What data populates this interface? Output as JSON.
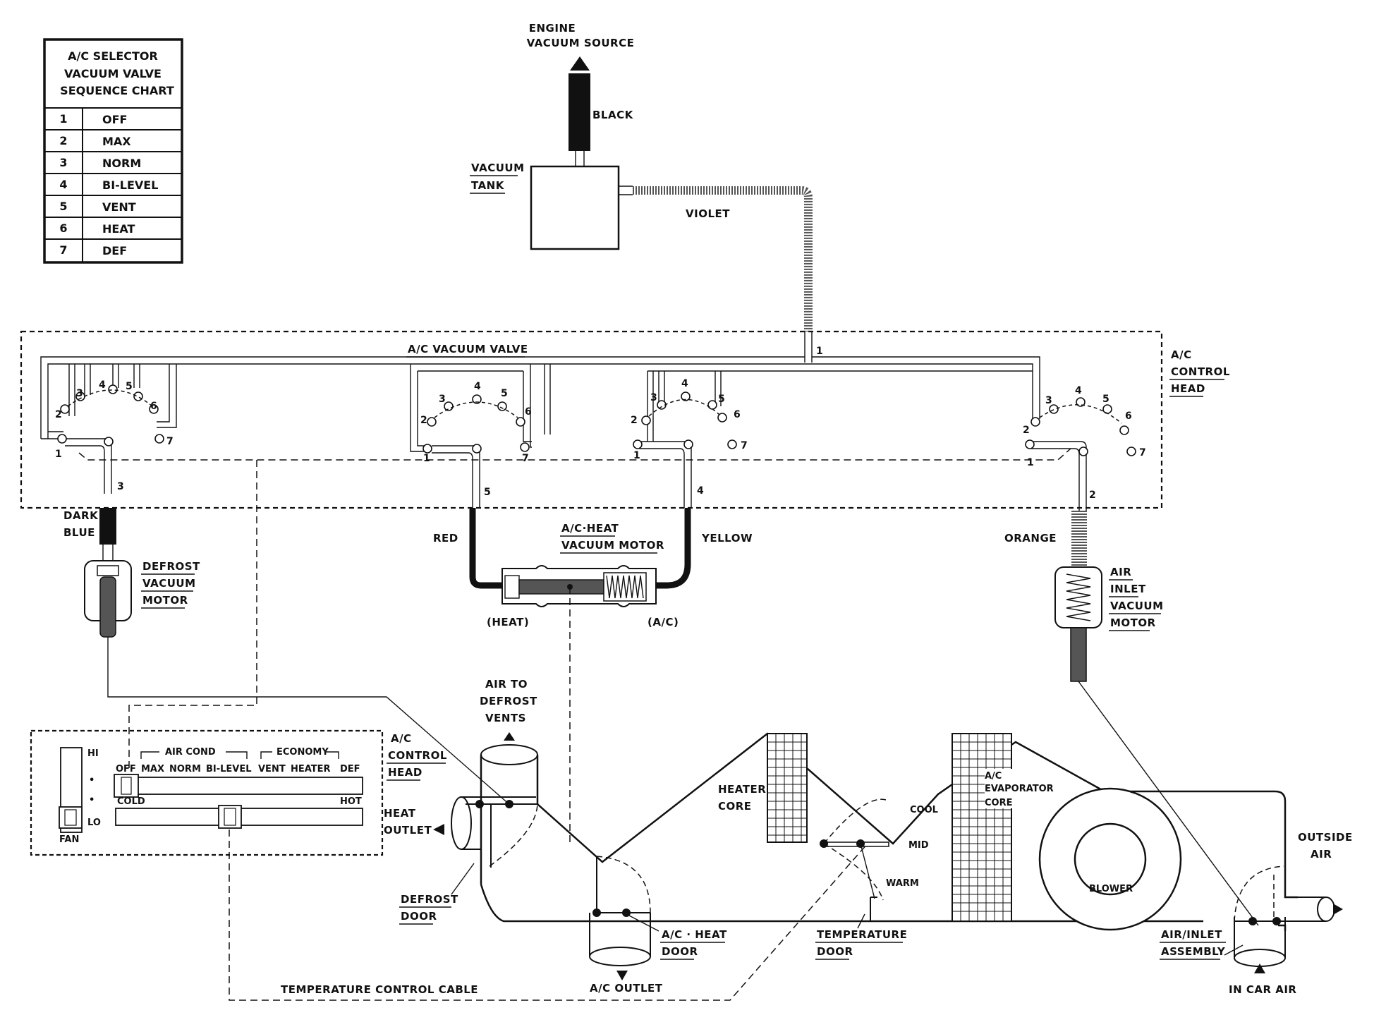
{
  "sequence_chart": {
    "title_lines": [
      "A/C SELECTOR",
      "VACUUM VALVE",
      "SEQUENCE CHART"
    ],
    "rows": [
      {
        "num": "1",
        "mode": "OFF"
      },
      {
        "num": "2",
        "mode": "MAX"
      },
      {
        "num": "3",
        "mode": "NORM"
      },
      {
        "num": "4",
        "mode": "BI-LEVEL"
      },
      {
        "num": "5",
        "mode": "VENT"
      },
      {
        "num": "6",
        "mode": "HEAT"
      },
      {
        "num": "7",
        "mode": "DEF"
      }
    ]
  },
  "labels": {
    "engine_vacuum": [
      "ENGINE",
      "VACUUM SOURCE"
    ],
    "black": "BLACK",
    "vacuum_tank": [
      "VACUUM",
      "TANK"
    ],
    "violet": "VIOLET",
    "ac_vacuum_valve": "A/C VACUUM VALVE",
    "ac_control_head_top": [
      "A/C",
      "CONTROL",
      "HEAD"
    ],
    "dark_blue": [
      "DARK",
      "BLUE"
    ],
    "defrost_vacuum_motor": [
      "DEFROST",
      "VACUUM",
      "MOTOR"
    ],
    "red": "RED",
    "ac_heat_vacuum_motor": [
      "A/C·HEAT",
      "VACUUM MOTOR"
    ],
    "yellow": "YELLOW",
    "heat_pos": "(HEAT)",
    "ac_pos": "(A/C)",
    "orange": "ORANGE",
    "air_inlet_vacuum_motor": [
      "AIR",
      "INLET",
      "VACUUM",
      "MOTOR"
    ],
    "air_to_defrost": [
      "AIR TO",
      "DEFROST",
      "VENTS"
    ],
    "ac_control_head_bottom": [
      "A/C",
      "CONTROL",
      "HEAD"
    ],
    "heat_outlet": [
      "HEAT",
      "OUTLET"
    ],
    "defrost_door": [
      "DEFROST",
      "DOOR"
    ],
    "ac_heat_door": [
      "A/C · HEAT",
      "DOOR"
    ],
    "ac_outlet": "A/C OUTLET",
    "heater_core": [
      "HEATER",
      "CORE"
    ],
    "cool": "COOL",
    "mid": "MID",
    "warm": "WARM",
    "temperature_door": [
      "TEMPERATURE",
      "DOOR"
    ],
    "ac_evaporator_core": [
      "A/C",
      "EVAPORATOR",
      "CORE"
    ],
    "blower": "BLOWER",
    "outside_air": [
      "OUTSIDE",
      "AIR"
    ],
    "air_inlet_assembly": [
      "AIR/INLET",
      "ASSEMBLY"
    ],
    "in_car_air": "IN CAR AIR",
    "temp_cable": "TEMPERATURE CONTROL CABLE"
  },
  "control_panel": {
    "fan_hi": "HI",
    "fan_lo": "LO",
    "fan": "FAN",
    "bullet": "•",
    "air_cond": "AIR COND",
    "economy": "ECONOMY",
    "modes": [
      "OFF",
      "MAX",
      "NORM",
      "BI-LEVEL",
      "VENT",
      "HEATER",
      "DEF"
    ],
    "cold": "COLD",
    "hot": "HOT"
  },
  "port_numbers": {
    "group1": [
      "1",
      "2",
      "3",
      "4",
      "5",
      "6",
      "7"
    ],
    "group2": [
      "1",
      "2",
      "3",
      "4",
      "5",
      "6",
      "7"
    ],
    "group3": [
      "1",
      "2",
      "3",
      "4",
      "5",
      "6",
      "7"
    ],
    "group4": [
      "1",
      "2",
      "3",
      "4",
      "5",
      "6",
      "7"
    ],
    "hose_numbers": [
      "1",
      "2",
      "3",
      "4",
      "5"
    ]
  }
}
